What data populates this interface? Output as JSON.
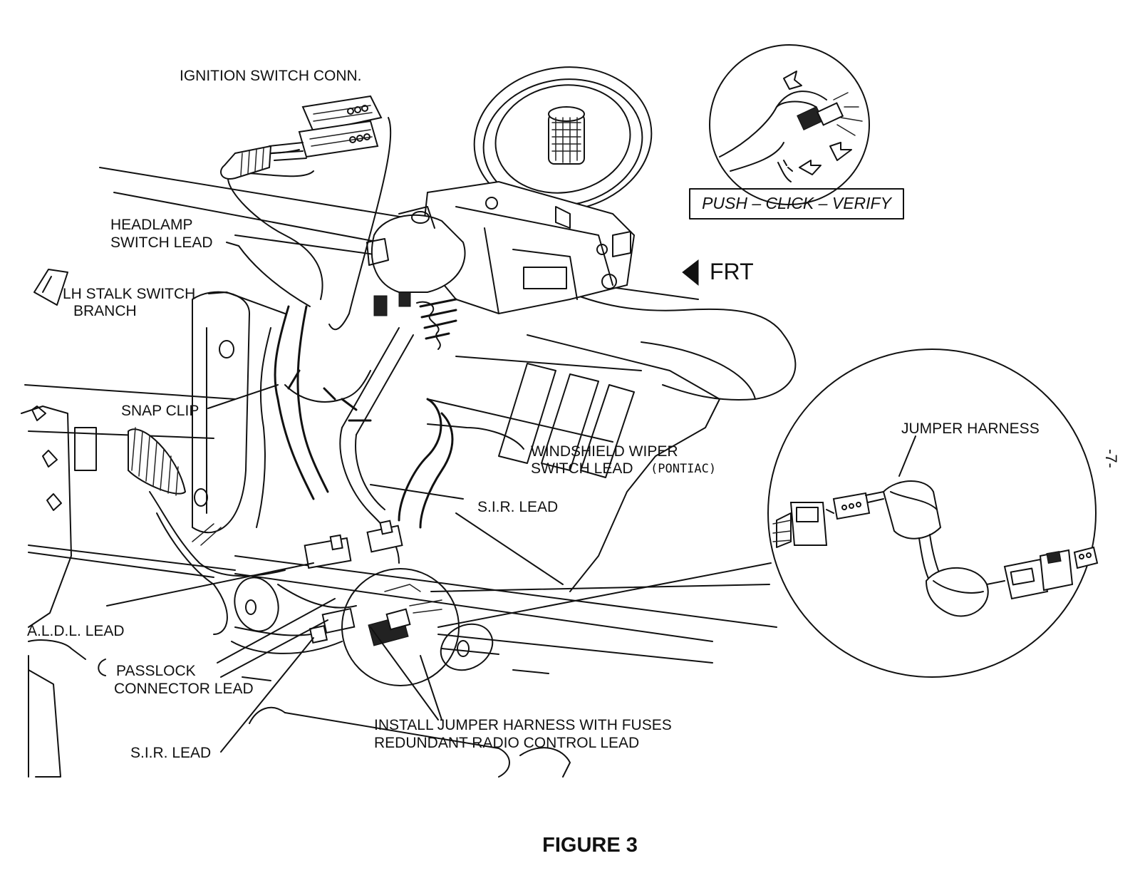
{
  "labels": {
    "ignition": "IGNITION SWITCH CONN.",
    "headlamp_1": "HEADLAMP",
    "headlamp_2": "SWITCH LEAD",
    "lh_stalk_1": "LH STALK SWITCH",
    "lh_stalk_2": "BRANCH",
    "snap_clip": "SNAP CLIP",
    "wiper_1": "WINDSHIELD WIPER",
    "wiper_2": "SWITCH LEAD",
    "wiper_pontiac": "(PONTIAC)",
    "sir_lead_upper": "S.I.R. LEAD",
    "aldl": "A.L.D.L. LEAD",
    "passlock_1": "PASSLOCK",
    "passlock_2": "CONNECTOR LEAD",
    "sir_lead_lower": "S.I.R. LEAD",
    "install_1": "INSTALL JUMPER HARNESS WITH FUSES",
    "install_2": "REDUNDANT RADIO CONTROL LEAD",
    "jumper_harness": "JUMPER HARNESS",
    "push_click_verify": "PUSH – CLICK – VERIFY",
    "frt": "FRT",
    "figure": "FIGURE  3",
    "page_number": "-7-"
  }
}
